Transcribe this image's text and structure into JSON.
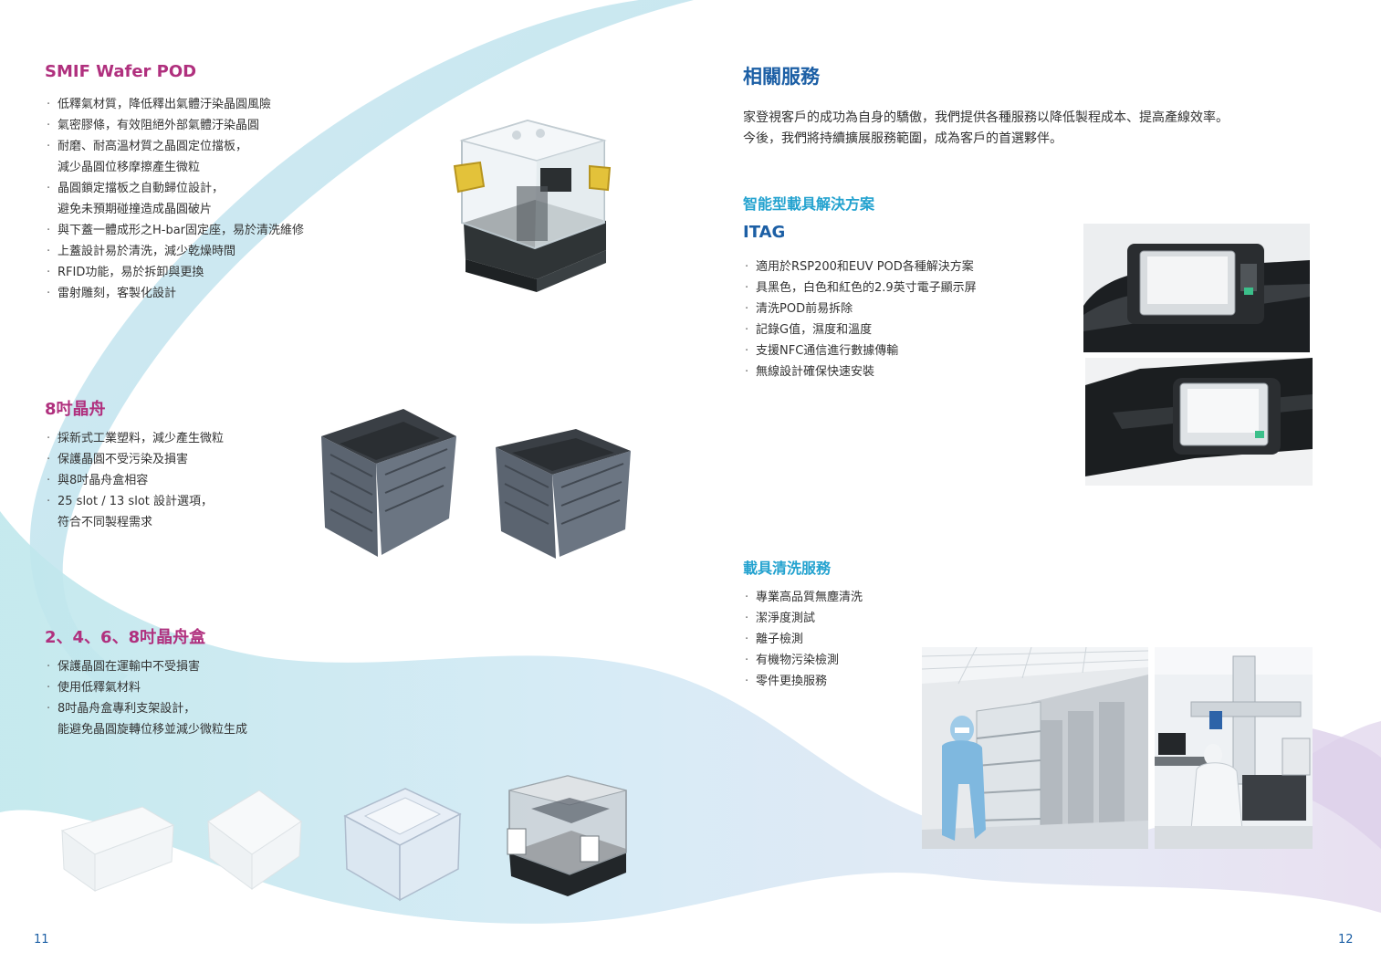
{
  "left_page": {
    "smif": {
      "title": "SMIF Wafer POD",
      "bullets": [
        [
          "低釋氣材質，降低釋出氣體汙染晶圓風險"
        ],
        [
          "氣密膠條，有效阻絕外部氣體汙染晶圓"
        ],
        [
          "耐磨、耐高溫材質之晶圓定位擋板，",
          "減少晶圓位移摩擦產生微粒"
        ],
        [
          "晶圓鎖定擋板之自動歸位設計，",
          "避免未預期碰撞造成晶圓破片"
        ],
        [
          "與下蓋一體成形之H-bar固定座，易於清洗維修"
        ],
        [
          "上蓋設計易於清洗，減少乾燥時間"
        ],
        [
          "RFID功能，易於拆卸與更換"
        ],
        [
          "雷射雕刻，客製化設計"
        ]
      ]
    },
    "boat8": {
      "title": "8吋晶舟",
      "bullets": [
        [
          "採新式工業塑料，減少產生微粒"
        ],
        [
          "保護晶圓不受污染及損害"
        ],
        [
          "與8吋晶舟盒相容"
        ],
        [
          "25 slot / 13 slot 設計選項，",
          "符合不同製程需求"
        ]
      ]
    },
    "boxes": {
      "title": "2、4、6、8吋晶舟盒",
      "bullets": [
        [
          "保護晶圓在運輸中不受損害"
        ],
        [
          "使用低釋氣材料"
        ],
        [
          "8吋晶舟盒專利支架設計，",
          "能避免晶圓旋轉位移並減少微粒生成"
        ]
      ]
    },
    "page_number": "11"
  },
  "right_page": {
    "title": "相關服務",
    "intro": [
      "家登視客戶的成功為自身的驕傲，我們提供各種服務以降低製程成本、提高產線效率。",
      "今後，我們將持續擴展服務範圍，成為客戶的首選夥伴。"
    ],
    "smart": {
      "title": "智能型載具解決方案",
      "subtitle": "ITAG",
      "bullets": [
        [
          "適用於RSP200和EUV POD各種解決方案"
        ],
        [
          "具黑色，白色和紅色的2.9英寸電子顯示屏"
        ],
        [
          "清洗POD前易拆除"
        ],
        [
          "記錄G值，濕度和溫度"
        ],
        [
          "支援NFC通信進行數據傳輸"
        ],
        [
          "無線設計確保快速安裝"
        ]
      ]
    },
    "cleaning": {
      "title": "載具清洗服務",
      "bullets": [
        [
          "專業高品質無塵清洗"
        ],
        [
          "潔淨度測試"
        ],
        [
          "離子檢測"
        ],
        [
          "有機物污染檢測"
        ],
        [
          "零件更換服務"
        ]
      ]
    },
    "page_number": "12"
  },
  "colors": {
    "pink_heading": "#b0307e",
    "blue_heading": "#1c5fa5",
    "cyan_heading": "#23a2cf"
  }
}
